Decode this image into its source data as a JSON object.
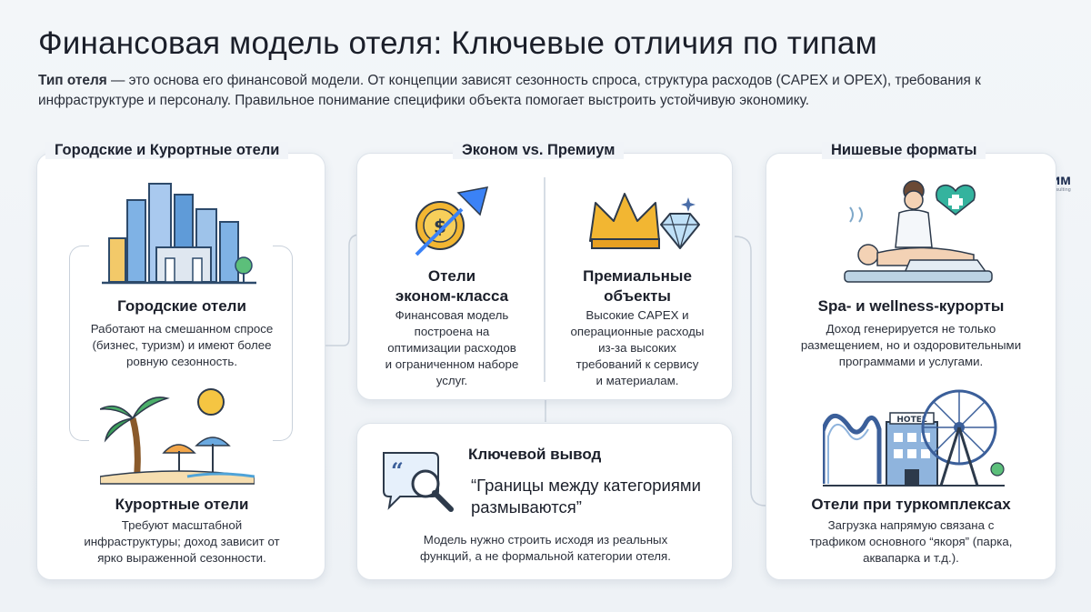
{
  "header": {
    "title": "Финансовая модель отеля: Ключевые отличия по типам",
    "intro_bold": "Тип отеля",
    "intro_rest": " — это основа его финансовой модели. От концепции зависят сезонность спроса, структура расходов (CAPEX и OPEX), требования к инфраструктуре и персоналу. Правильное понимание специфики объекта помогает выстроить устойчивую экономику."
  },
  "brand": {
    "name": "айпим",
    "tagline": "business consulting"
  },
  "sections": {
    "city_resort": {
      "title": "Городские и Курортные отели",
      "city": {
        "title": "Городские отели",
        "text": [
          "Работают на смешанном спросе",
          "(бизнес, туризм) и имеют более",
          "ровную сезонность."
        ]
      },
      "resort": {
        "title": "Курортные отели",
        "text": [
          "Требуют масштабной",
          "инфраструктуры; доход зависит от",
          "ярко выраженной сезонности."
        ]
      }
    },
    "econ_premium": {
      "title": "Эконом vs. Премиум",
      "econ": {
        "title": [
          "Отели",
          "эконом-класса"
        ],
        "text": [
          "Финансовая модель",
          "построена на",
          "оптимизации расходов",
          "и ограниченном наборе",
          "услуг."
        ]
      },
      "premium": {
        "title": [
          "Премиальные",
          "объекты"
        ],
        "text": [
          "Высокие CAPEX и",
          "операционные расходы",
          "из-за высоких",
          "требований к сервису",
          "и материалам."
        ]
      }
    },
    "conclusion": {
      "title": "Ключевой вывод",
      "quote": [
        "“Границы между категориями",
        "размываются”"
      ],
      "text": [
        "Модель нужно строить исходя из реальных",
        "функций, а не формальной категории отеля."
      ]
    },
    "niche": {
      "title": "Нишевые форматы",
      "spa": {
        "title": "Spa- и wellness-курорты",
        "text": [
          "Доход генерируется не только",
          "размещением, но и оздоровительными",
          "программами и услугами."
        ]
      },
      "complex": {
        "title": "Отели при туркомплексах",
        "text": [
          "Загрузка напрямую связана с",
          "трафиком основного “якоря” (парка,",
          "аквапарка и т.д.)."
        ],
        "sign": "HOTEL"
      }
    }
  },
  "colors": {
    "accent_blue": "#3b82f6",
    "accent_gold": "#f2b632",
    "accent_teal": "#2bb3a3"
  }
}
